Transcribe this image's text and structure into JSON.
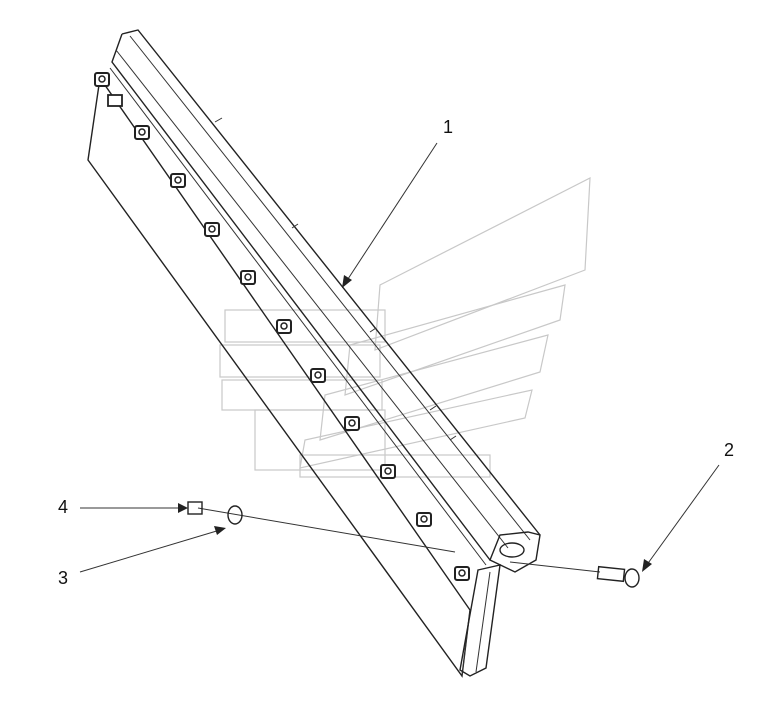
{
  "callouts": [
    {
      "id": "1",
      "label": "1"
    },
    {
      "id": "2",
      "label": "2"
    },
    {
      "id": "3",
      "label": "3"
    },
    {
      "id": "4",
      "label": "4"
    }
  ],
  "colors": {
    "line": "#222222",
    "watermark": "#c8c8c8",
    "background": "#ffffff"
  }
}
